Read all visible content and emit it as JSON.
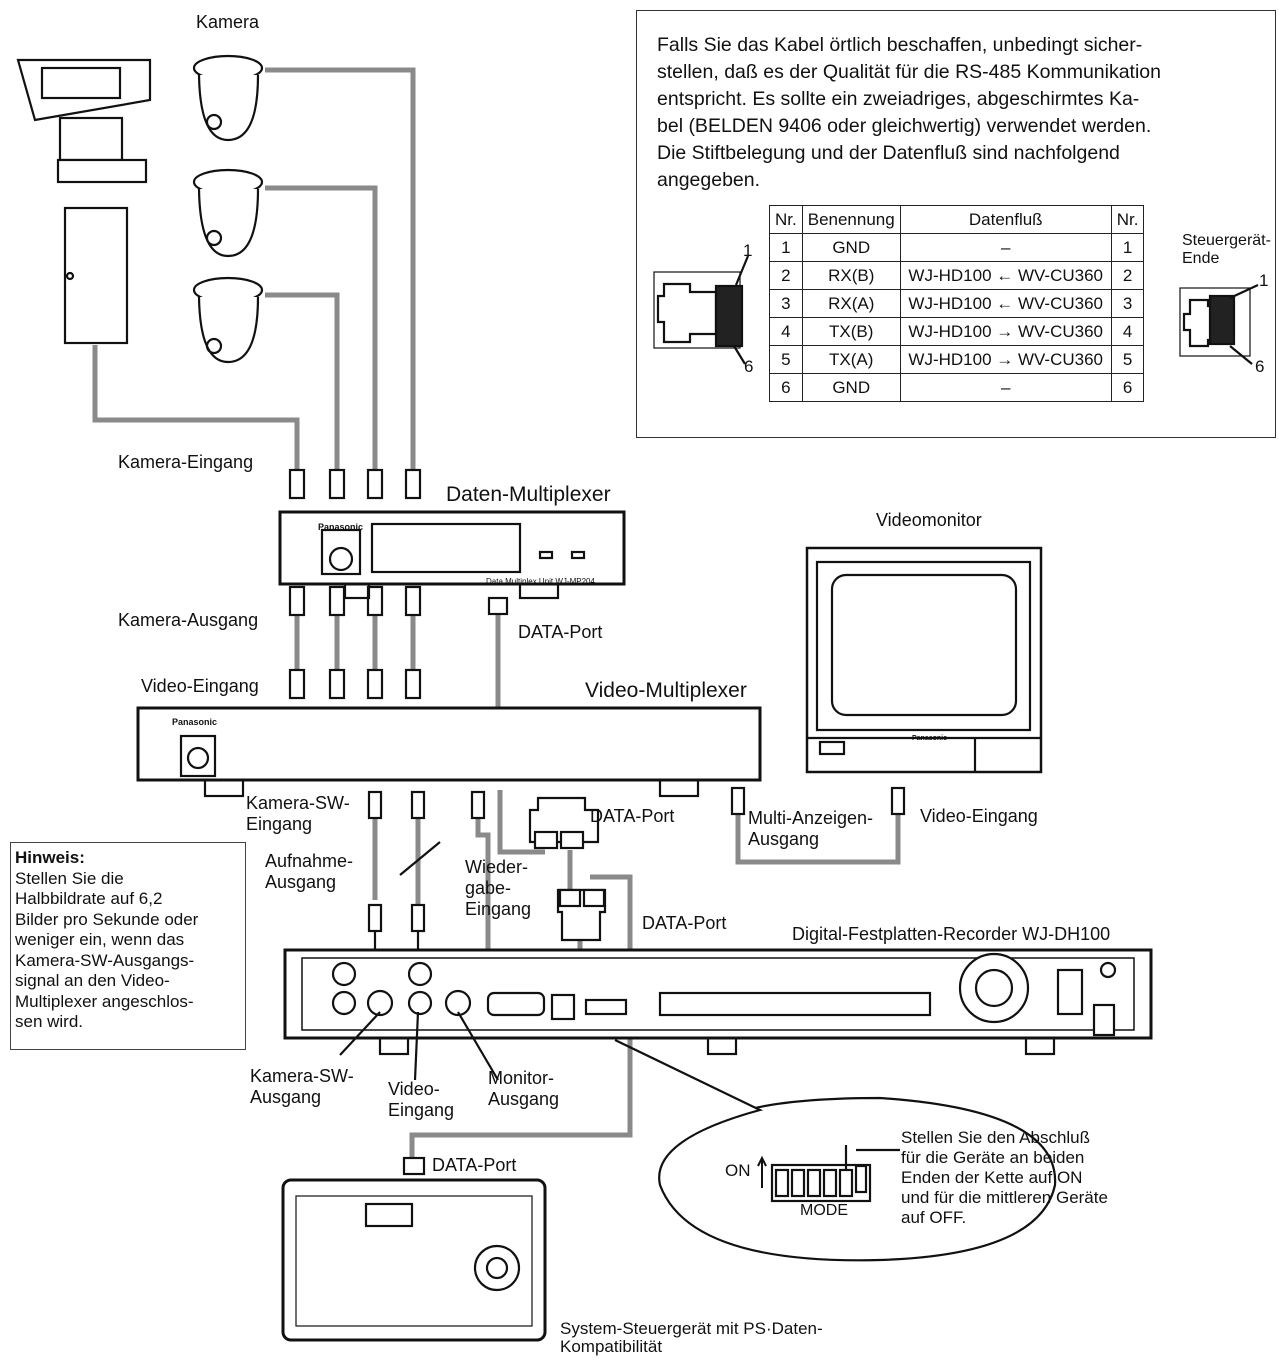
{
  "labels": {
    "kamera": "Kamera",
    "kamera_eingang": "Kamera-Eingang",
    "daten_multiplexer": "Daten-Multiplexer",
    "kamera_ausgang": "Kamera-Ausgang",
    "data_port_1": "DATA-Port",
    "video_eingang_1": "Video-Eingang",
    "video_multiplexer": "Video-Multiplexer",
    "videomonitor": "Videomonitor",
    "kamera_sw_eingang": [
      "Kamera-SW-",
      "Eingang"
    ],
    "data_port_2": "DATA-Port",
    "multi_anzeigen_ausgang": [
      "Multi-Anzeigen-",
      "Ausgang"
    ],
    "video_eingang_2": "Video-Eingang",
    "aufnahme_ausgang": [
      "Aufnahme-",
      "Ausgang"
    ],
    "wiedergabe_eingang": [
      "Wieder-",
      "gabe-",
      "Eingang"
    ],
    "data_port_3": "DATA-Port",
    "recorder": "Digital-Festplatten-Recorder WJ-DH100",
    "kamera_sw_ausgang": [
      "Kamera-SW-",
      "Ausgang"
    ],
    "video_eingang_3": [
      "Video-",
      "Eingang"
    ],
    "monitor_ausgang": [
      "Monitor-",
      "Ausgang"
    ],
    "data_port_4": "DATA-Port",
    "system_controller": [
      "System-Steuergerät mit PS·Daten-",
      "Kompatibilität"
    ],
    "steuergeraet_ende": [
      "Steuergerät-",
      "Ende"
    ],
    "pin_1": "1",
    "pin_6": "6",
    "pin_1b": "1",
    "pin_6b": "6",
    "on": "ON",
    "mode": "MODE"
  },
  "device_text": {
    "daten_mux_brand": "Panasonic",
    "daten_mux_model": "Data Multiplex Unit WJ-MP204",
    "video_mux_brand": "Panasonic",
    "monitor_brand": "Panasonic"
  },
  "note": {
    "lines": [
      "Falls Sie das Kabel örtlich beschaffen, unbedingt sicher-",
      "stellen, daß es der Qualität für die RS-485 Kommunikation",
      "entspricht. Es sollte ein zweiadriges, abgeschirmtes Ka-",
      "bel (BELDEN 9406 oder gleichwertig) verwendet werden.",
      "Die Stiftbelegung und der Datenfluß sind nachfolgend",
      "angegeben."
    ]
  },
  "pin_table": {
    "headers": [
      "Nr.",
      "Benennung",
      "Datenfluß",
      "Nr."
    ],
    "rows": [
      [
        "1",
        "GND",
        "–",
        "1"
      ],
      [
        "2",
        "RX(B)",
        "WJ-HD100 ← WV-CU360",
        "2"
      ],
      [
        "3",
        "RX(A)",
        "WJ-HD100 ← WV-CU360",
        "3"
      ],
      [
        "4",
        "TX(B)",
        "WJ-HD100 → WV-CU360",
        "4"
      ],
      [
        "5",
        "TX(A)",
        "WJ-HD100 → WV-CU360",
        "5"
      ],
      [
        "6",
        "GND",
        "–",
        "6"
      ]
    ]
  },
  "hinweis": {
    "title": "Hinweis:",
    "lines": [
      "Stellen Sie die",
      "Halbbildrate auf 6,2",
      "Bilder pro Sekunde oder",
      "weniger ein, wenn das",
      "Kamera-SW-Ausgangs-",
      "signal an den Video-",
      "Multiplexer angeschlos-",
      "sen wird."
    ]
  },
  "termination_note": {
    "lines": [
      "Stellen Sie den Abschluß",
      "für die Geräte an beiden",
      "Enden der Kette auf ON",
      "und für die mittleren Geräte",
      "auf OFF."
    ]
  },
  "colors": {
    "cable": "#8a8a8a",
    "line": "#111111",
    "device_fill": "#ffffff"
  }
}
